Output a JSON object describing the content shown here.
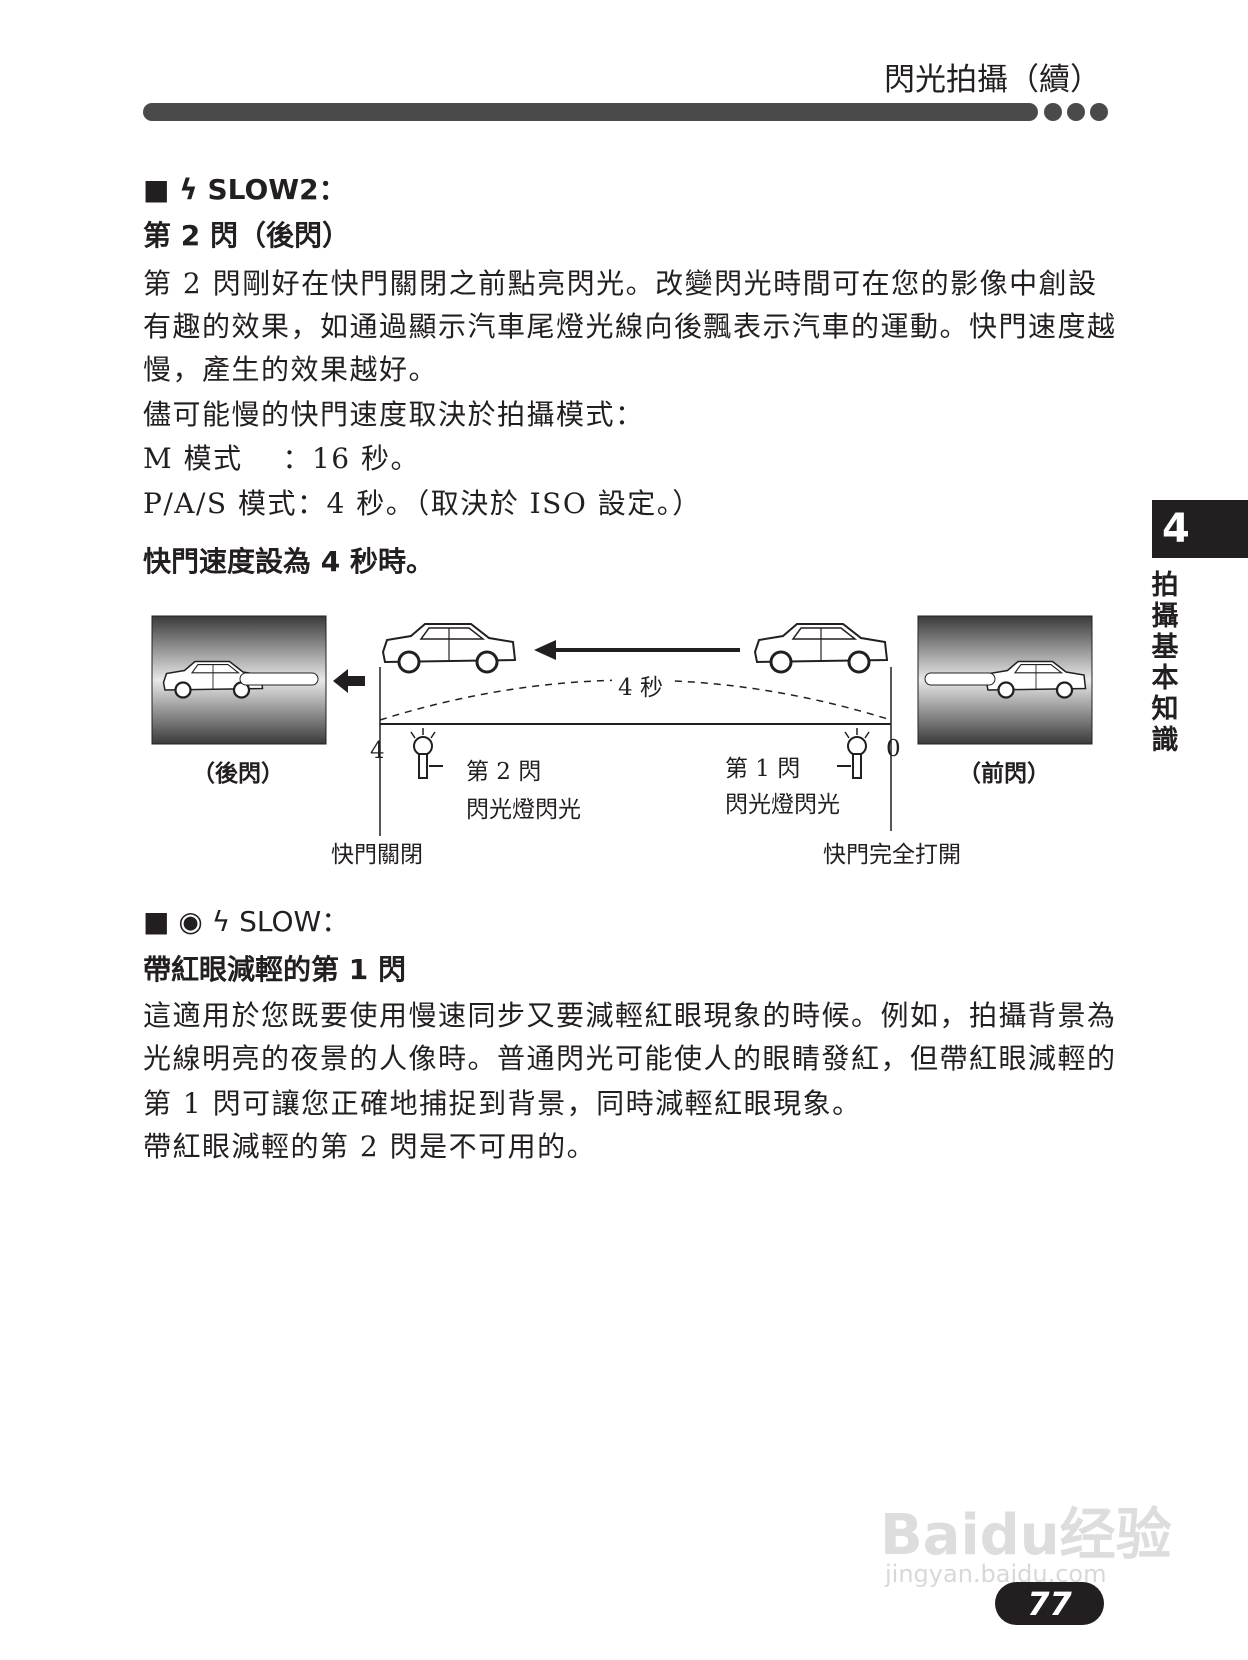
{
  "header": {
    "title": "閃光拍攝（續）"
  },
  "side_tab": {
    "number": "4",
    "label": "拍攝基本知識"
  },
  "section1": {
    "heading_prefix": "■",
    "flash_icon": "flash-bolt-icon",
    "heading": "SLOW2：",
    "subheading": "第 2 閃（後閃）",
    "lines": [
      "第 2 閃剛好在快門關閉之前點亮閃光。改變閃光時間可在您的影像中創設",
      "有趣的效果，如通過顯示汽車尾燈光線向後飄表示汽車的運動。快門速度越",
      "慢，產生的效果越好。",
      "儘可能慢的快門速度取決於拍攝模式：",
      "M 模式　 ：16 秒。",
      "P/A/S 模式：4 秒。（取決於 ISO 設定。）"
    ],
    "caption": "快門速度設為 4 秒時。"
  },
  "diagram": {
    "duration": "4 秒",
    "tick_start": "4",
    "tick_end": "0",
    "left_photo_label": "（後閃）",
    "right_photo_label": "（前閃）",
    "second_flash": "第 2 閃",
    "second_flash_desc": "閃光燈閃光",
    "first_flash": "第 1 閃",
    "first_flash_desc": "閃光燈閃光",
    "shutter_closed": "快門關閉",
    "shutter_open": "快門完全打開"
  },
  "section2": {
    "heading_prefix": "■",
    "eye_icon": "red-eye-icon",
    "flash_icon": "flash-bolt-icon",
    "heading": "SLOW：",
    "subheading": "帶紅眼減輕的第 1 閃",
    "lines": [
      "這適用於您既要使用慢速同步又要減輕紅眼現象的時候。例如，拍攝背景為",
      "光線明亮的夜景的人像時。普通閃光可能使人的眼睛發紅，但帶紅眼減輕的",
      "第 1 閃可讓您正確地捕捉到背景，同時減輕紅眼現象。",
      "帶紅眼減輕的第 2 閃是不可用的。"
    ]
  },
  "footer": {
    "page_number": "77",
    "watermark": "Baidu经验",
    "watermark_url": "jingyan.baidu.com"
  }
}
